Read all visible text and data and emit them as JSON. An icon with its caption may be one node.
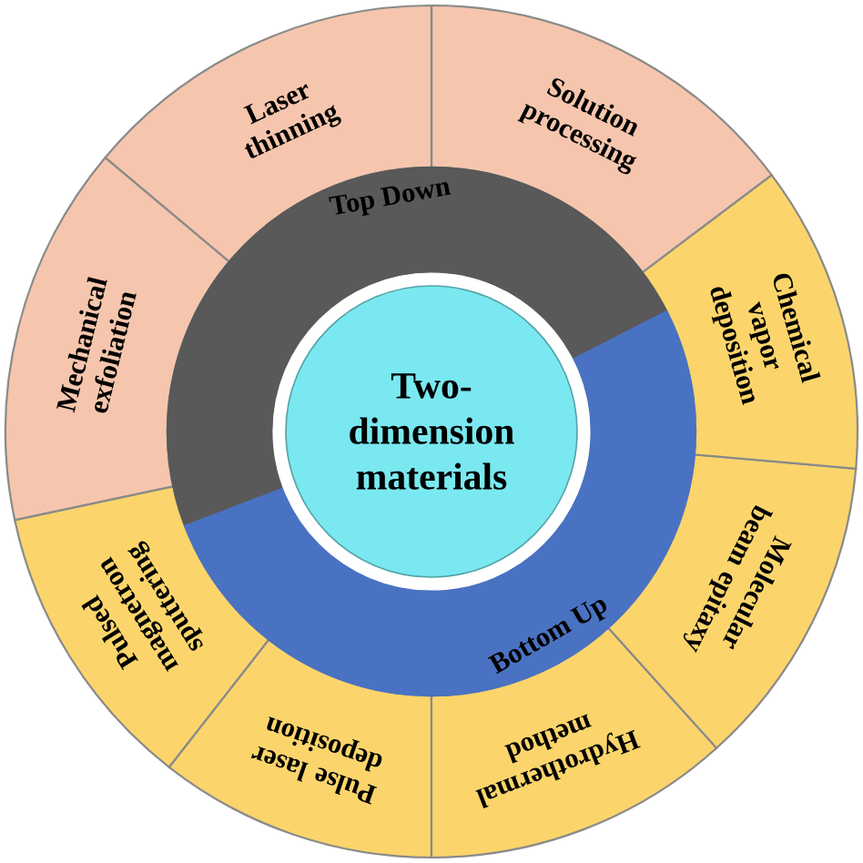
{
  "diagram": {
    "nodes": [
      {
        "text": [
          "Two-dimension materials"
        ]
      },
      {
        "text": [
          "Top Down"
        ]
      },
      {
        "text": [
          "Bottom Up"
        ]
      },
      {
        "text": [
          "Solution processing"
        ]
      },
      {
        "text": [
          "Laser thinning"
        ]
      },
      {
        "text": [
          "Mechanical exfoliation"
        ]
      },
      {
        "text": [
          "Pulsed magnetron sputtering"
        ]
      },
      {
        "text": [
          "Pulse laser deposition"
        ]
      },
      {
        "text": [
          "Hydrothermal method"
        ]
      },
      {
        "text": [
          "Molecular beam epitaxy"
        ]
      },
      {
        "text": [
          "Chemical vapor deposition"
        ]
      }
    ]
  }
}
